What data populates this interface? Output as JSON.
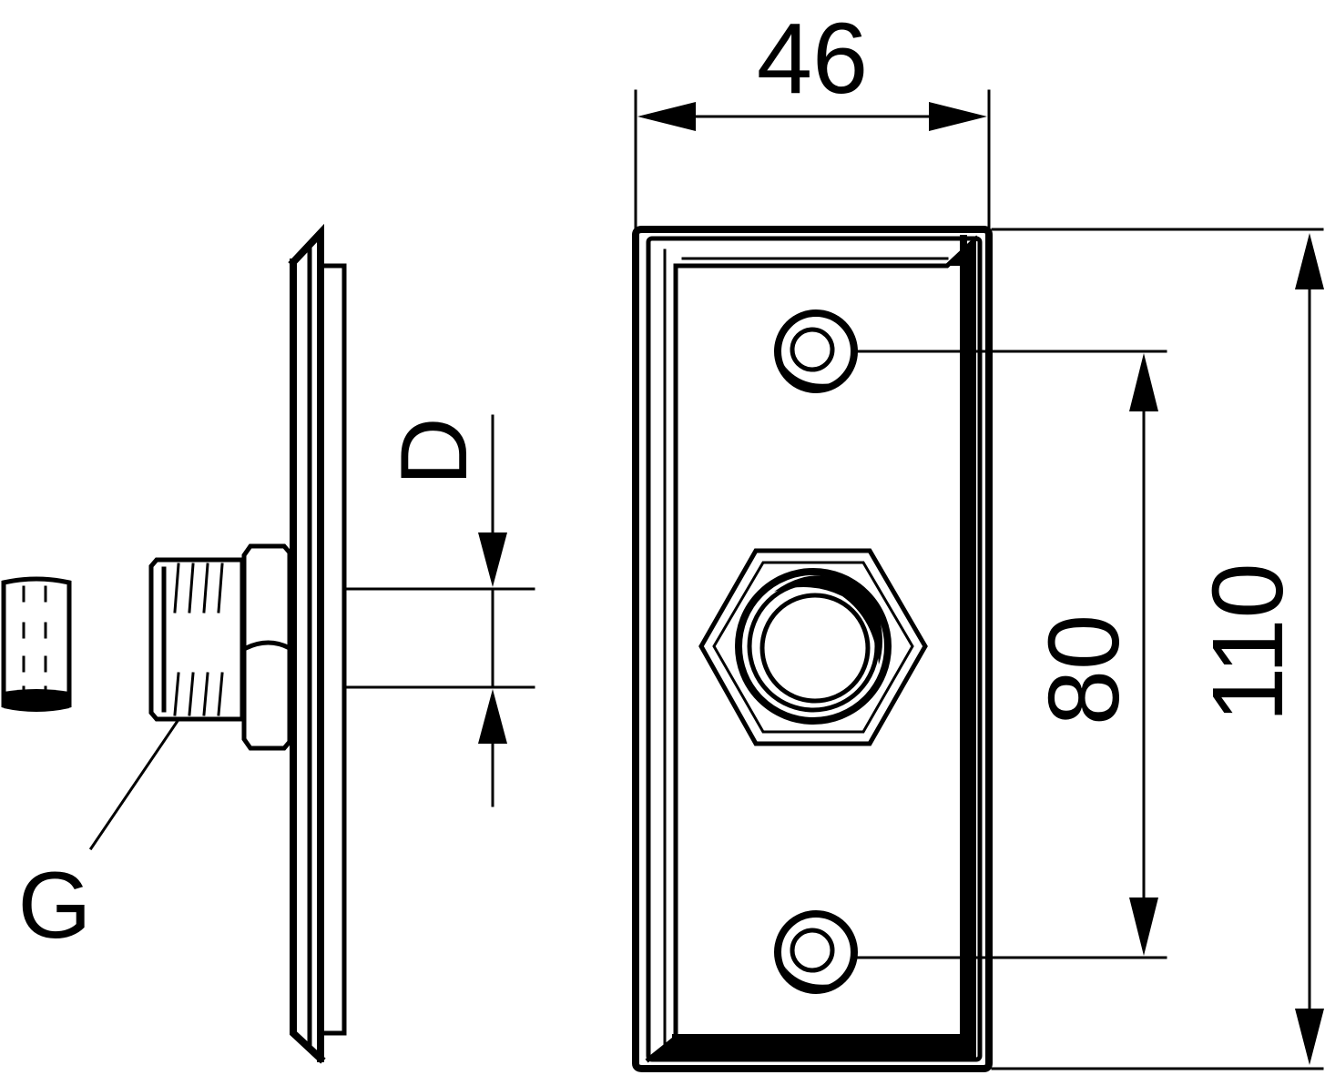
{
  "dimensions": {
    "width": "46",
    "height_outer": "110",
    "hole_spacing": "80"
  },
  "labels": {
    "thread": "G",
    "diameter": "D"
  }
}
